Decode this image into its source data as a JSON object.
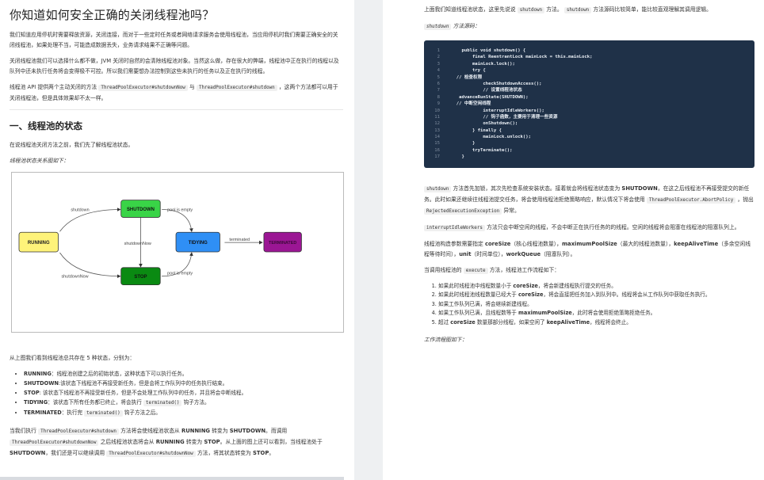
{
  "left": {
    "title": "你知道如何安全正确的关闭线程池吗？",
    "intro1": "我们知道应用停机时需要释放资源，关闭连接，而对于一些定时任务或者网络请求服务会使用线程池，当应用停机时我们需要正确安全的关闭线程池，如果处理不当，可能造成数据丢失，业务请求结果不正确等问题。",
    "intro2": "关闭线程池我们可以选择什么都不做，JVM 关闭时自然的会清除线程池对象。当然这么做，存在很大的弊端，线程池中正在执行的线程以及队列中还未执行任务将会变得极不可控。所以我们需要想办法控制到这些未执行的任务以及正在执行的线程。",
    "intro3_pre": "线程池 API 提供两个主动关闭的方法",
    "intro3_code1": "ThreadPoolExecutor#shutdownNow",
    "intro3_mid": "与",
    "intro3_code2": "ThreadPoolExecutor#shutdown",
    "intro3_post": "，这两个方法都可以用于关闭线程池，但是具体效果却不太一样。",
    "section_title": "一、线程池的状态",
    "section_intro": "在说线程池关闭方法之前，我们先了解线程池状态。",
    "diagram_caption": "线程池状态关系图如下：",
    "diagram": {
      "states": {
        "running": "RUNNING",
        "shutdown": "SHUTDOWN",
        "stop": "STOP",
        "tidying": "TIDYING",
        "terminated": "TERMINATED"
      },
      "edges": {
        "shutdown": "shutdown",
        "shutdownNow1": "shutdownNow",
        "shutdownNow2": "shutdownNow",
        "empty1": "pool is empty",
        "empty2": "pool is empty",
        "terminated": "terminated"
      },
      "colors": {
        "running": "#fef37a",
        "shutdown": "#39d447",
        "stop": "#0a8a12",
        "tidying": "#2f8ff5",
        "terminated": "#9b1694"
      }
    },
    "states_intro": "从上图我们看到线程池总共存在 5 种状态，分别为：",
    "state_items": [
      {
        "name": "RUNNING",
        "text": "：线程池创建之后的初始状态，这种状态下可以执行任务。"
      },
      {
        "name": "SHUTDOWN",
        "text": ":该状态下线程池不再接受新任务，但是会将工作队列中的任务执行结束。"
      },
      {
        "name": "STOP",
        "text": ": 该状态下线程池不再接受新任务，但是不会处理工作队列中的任务，并且将会中断线程。"
      },
      {
        "name": "TIDYING",
        "text": "：该状态下所有任务都已终止，将会执行",
        "code": "terminated()",
        "post": "钩子方法。"
      },
      {
        "name": "TERMINATED",
        "text": "：执行完",
        "code": "terminated()",
        "post": "钩子方法之后。"
      }
    ],
    "trans_pre": "当我们执行",
    "trans_code1": "ThreadPoolExecutor#shutdown",
    "trans_mid1": "方法将会使线程池状态从 ",
    "trans_b1": "RUNNING",
    "trans_mid2": " 转变为 ",
    "trans_b2": "SHUTDOWN",
    "trans_mid3": "。而调用",
    "trans_code2": "ThreadPoolExecutor#shutdownNow",
    "trans_mid4": "之后线程池状态将会从 ",
    "trans_b3": "RUNNING",
    "trans_mid5": " 转变为 ",
    "trans_b4": "STOP",
    "trans_mid6": "。从上面的图上还可以看到，当线程池处于 ",
    "trans_b5": "SHUTDOWN",
    "trans_mid7": "，我们还是可以继续调用",
    "trans_code3": "ThreadPoolExecutor#shutdownNow",
    "trans_mid8": "方法，将其状态转变为 ",
    "trans_b6": "STOP",
    "trans_end": "。"
  },
  "right": {
    "p1_pre": "上面我们知道线程池状态，这里先说说",
    "p1_code1": "shutdown",
    "p1_mid": "方法。",
    "p1_code2": "shutdown",
    "p1_post": "方法源码比较简单，能比较直观理解其调用逻辑。",
    "caption_code": "shutdown",
    "caption_text": "方法源码：",
    "code_lines": [
      {
        "n": "1",
        "t": "    public void shutdown() {"
      },
      {
        "n": "2",
        "t": "        final ReentrantLock mainLock = this.mainLock;"
      },
      {
        "n": "3",
        "t": "        mainLock.lock();"
      },
      {
        "n": "4",
        "t": "        try {"
      },
      {
        "n": "5",
        "t": "  // 检查权限"
      },
      {
        "n": "6",
        "t": "            checkShutdownAccess();"
      },
      {
        "n": "7",
        "t": "            // 设置线程池状态"
      },
      {
        "n": "8",
        "t": "   advanceRunState(SHUTDOWN);"
      },
      {
        "n": "9",
        "t": "  // 中断空闲线程"
      },
      {
        "n": "10",
        "t": "            interruptIdleWorkers();"
      },
      {
        "n": "11",
        "t": "            // 钩子函数，主要用于清理一些资源"
      },
      {
        "n": "12",
        "t": "            onShutdown();"
      },
      {
        "n": "13",
        "t": "        } finally {"
      },
      {
        "n": "14",
        "t": "            mainLock.unlock();"
      },
      {
        "n": "15",
        "t": "        }"
      },
      {
        "n": "16",
        "t": "        tryTerminate();"
      },
      {
        "n": "17",
        "t": "    }"
      }
    ],
    "p2_code1": "shutdown",
    "p2_a": "方法首先加锁，其次先检查系统安装状态。接着就会将线程池状态变为 ",
    "p2_b": "SHUTDOWN",
    "p2_c": "，在这之后线程池不再接受提交的新任务。此时如果还继续往线程池提交任务，将会使用线程池拒绝策略响应，默认情况下将会使用",
    "p2_code2": "ThreadPoolExecutor.AbortPolicy",
    "p2_d": "，抛出",
    "p2_code3": "RejectedExecutionException",
    "p2_e": "异常。",
    "p3_code": "interruptIdleWorkers",
    "p3_text": "方法只会中断空闲的线程，不会中断正在执行任务的的线程。空闲的线程将会阻塞在线程池的阻塞队列上。",
    "p4_a": "线程池构造参数需要指定 ",
    "p4_b1": "coreSize",
    "p4_c": "（核心线程池数量），",
    "p4_b2": "maximumPoolSize",
    "p4_d": "（最大的线程池数量），",
    "p4_b3": "keepAliveTime",
    "p4_e": "（多余空闲线程等待时间），",
    "p4_b4": "unit",
    "p4_f": "（时间单位），",
    "p4_b5": "workQueue",
    "p4_g": "（阻塞队列）。",
    "p5_pre": "当调用线程池的",
    "p5_code": "execute",
    "p5_post": "方法，线程池工作流程如下：",
    "flow": [
      {
        "a": "如果此时线程池中线程数量小于 ",
        "b": "coreSize",
        "c": "，将会新建线程执行提交的任务。"
      },
      {
        "a": "如果此时线程池线程数量已经大于 ",
        "b": "coreSize",
        "c": "，将会直接把任务加入到队列中。线程将会从工作队列中获取任务执行。"
      },
      {
        "a": "如果工作队列已满，将会继续新建线程。",
        "b": "",
        "c": ""
      },
      {
        "a": "如果工作队列已满，且线程数等于 ",
        "b": "maximumPoolSize",
        "c": "，此时将会使用拒绝策略拒绝任务。"
      },
      {
        "a": "超过 ",
        "b": "coreSize",
        "c": " 数量那部分线程，如果空闲了 ",
        "b2": "keepAliveTime",
        "d": "，线程将会终止。"
      }
    ],
    "flow_caption": "工作流程图如下："
  }
}
